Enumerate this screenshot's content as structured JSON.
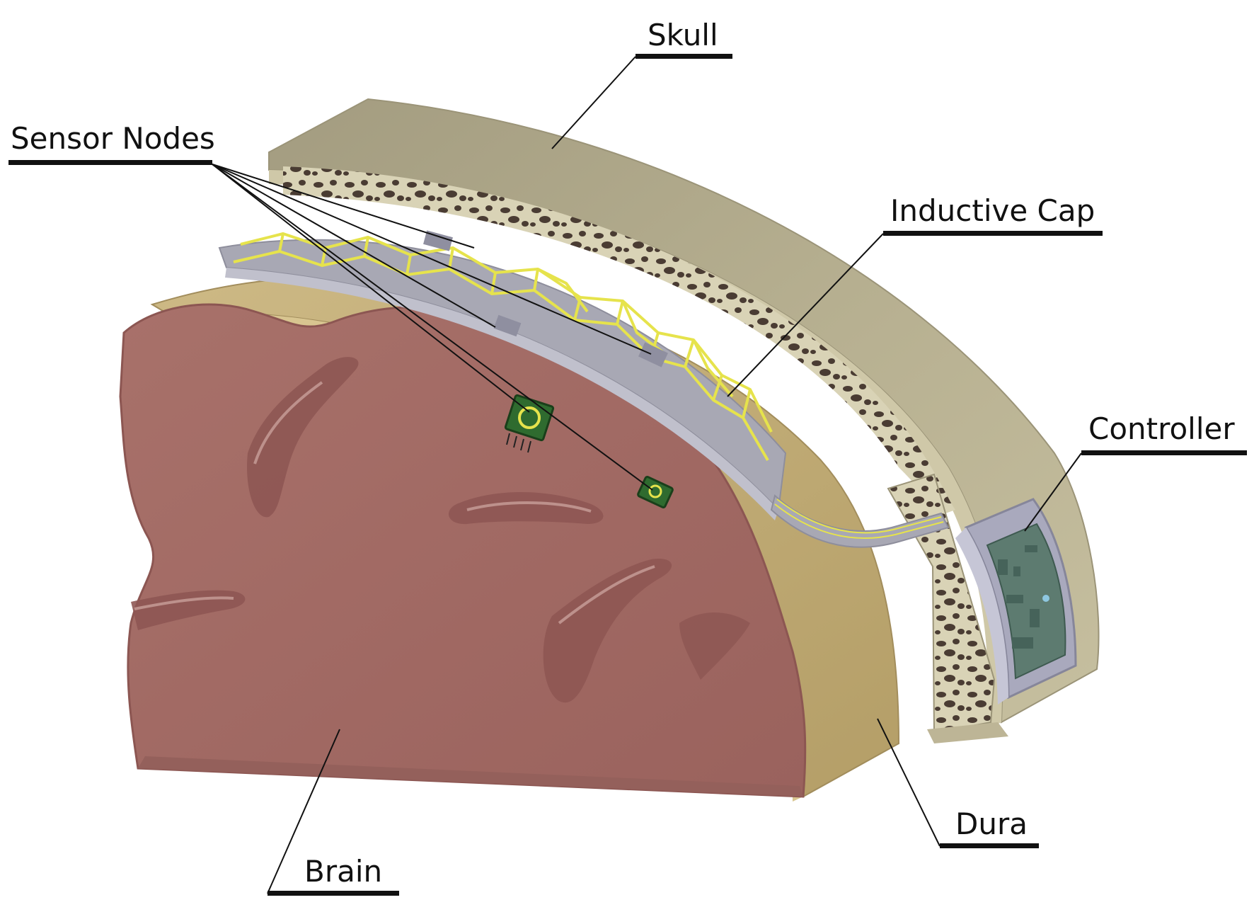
{
  "labels": {
    "skull": "Skull",
    "sensor_nodes": "Sensor Nodes",
    "inductive_cap": "Inductive Cap",
    "controller": "Controller",
    "dura": "Dura",
    "brain": "Brain"
  },
  "colors": {
    "skull": "#b9b18f",
    "skull_shadow": "#a39d7e",
    "bone_pores": "#4a3c33",
    "bone_inner": "#d8d2b6",
    "dura": "#c4ad78",
    "dura_dark": "#b09a64",
    "brain": "#a9746c",
    "brain_dark": "#8c5652",
    "brain_highlight": "#d0a9a4",
    "cap_gray": "#a8a8b4",
    "cap_trace": "#e6e34c",
    "controller_frame": "#a9a9bd",
    "controller_board": "#5d7b70",
    "sensor_chip": "#2f6b2f",
    "leader_line": "#111111"
  }
}
